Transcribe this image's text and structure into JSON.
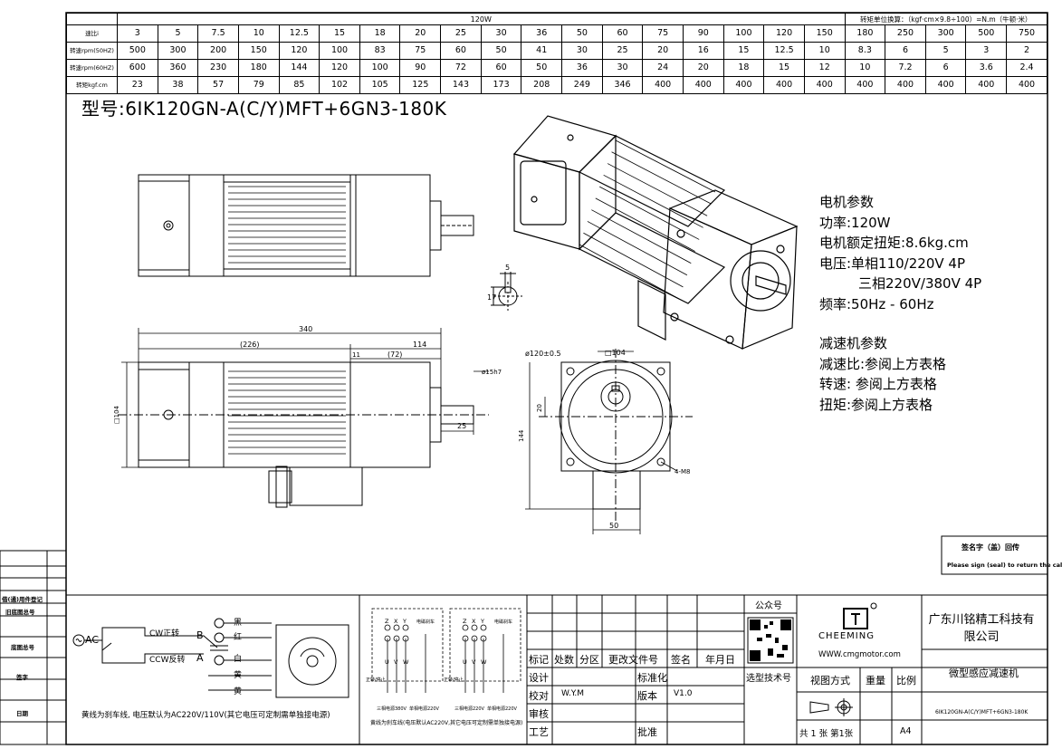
{
  "spec_table": {
    "power": "120W",
    "torque_unit_label": "转矩单位换算：（kgf·cm×9.8÷100）=N.m（牛顿·米）",
    "rows": [
      {
        "label": "速比i",
        "values": [
          "3",
          "5",
          "7.5",
          "10",
          "12.5",
          "15",
          "18",
          "20",
          "25",
          "30",
          "36",
          "50",
          "60",
          "75",
          "90",
          "100",
          "120",
          "150",
          "180",
          "250",
          "300",
          "500",
          "750"
        ]
      },
      {
        "label": "转速rpm(50HZ)",
        "values": [
          "500",
          "300",
          "200",
          "150",
          "120",
          "100",
          "83",
          "75",
          "60",
          "50",
          "41",
          "30",
          "25",
          "20",
          "16",
          "15",
          "12.5",
          "10",
          "8.3",
          "6",
          "5",
          "3",
          "2"
        ]
      },
      {
        "label": "转速rpm(60HZ)",
        "values": [
          "600",
          "360",
          "230",
          "180",
          "144",
          "120",
          "100",
          "90",
          "72",
          "60",
          "50",
          "36",
          "30",
          "24",
          "20",
          "18",
          "15",
          "12",
          "10",
          "7.2",
          "6",
          "3.6",
          "2.4"
        ]
      },
      {
        "label": "转矩kgf.cm",
        "values": [
          "23",
          "38",
          "57",
          "79",
          "85",
          "102",
          "105",
          "125",
          "143",
          "173",
          "208",
          "249",
          "346",
          "400",
          "400",
          "400",
          "400",
          "400",
          "400",
          "400",
          "400",
          "400",
          "400"
        ]
      }
    ]
  },
  "model": "型号:6IK120GN-A(C/Y)MFT+6GN3-180K",
  "motor_params": {
    "heading": "电机参数",
    "lines": [
      "功率:120W",
      "电机额定扭矩:8.6kg.cm",
      "电压:单相110/220V 4P",
      "三相220V/380V 4P",
      "频率:50Hz - 60Hz"
    ]
  },
  "reducer_params": {
    "heading": "减速机参数",
    "lines": [
      "减速比:参阅上方表格",
      "转速: 参阅上方表格",
      "扭矩:参阅上方表格"
    ]
  },
  "dimensions": {
    "d5": "5",
    "d17": "17",
    "d340": "340",
    "d226": "(226)",
    "d114": "114",
    "d11": "11",
    "d72": "(72)",
    "d15h7": "ø15h7",
    "d25": "25",
    "d104": "□104",
    "d120": "ø120±0.5",
    "d104b": "□104",
    "d20": "20",
    "d144": "144",
    "d4m8": "4-M8",
    "d50": "50"
  },
  "signoff": {
    "title": "签名字（盖）回传",
    "note": "Please sign (seal) to return the call"
  },
  "left_strip": [
    "借(通)用件登记",
    "旧底图总号",
    "底图总号",
    "签字",
    "日期"
  ],
  "wiring": {
    "ac": "AC",
    "cw": "CW正转",
    "ccw": "CCW反转",
    "b": "B",
    "a": "A",
    "colors": [
      "黑",
      "红",
      "白",
      "黄",
      "黄"
    ],
    "note": "黄线为刹车线, 电压默认为AC220V/110V(其它电压可定制需单独接电源)"
  },
  "wiring3": {
    "labels_top": [
      "Z",
      "X",
      "Y",
      "电磁刹车"
    ],
    "labels_bottom": [
      "U",
      "V",
      "W"
    ],
    "left_caption": "三相电源380V",
    "left_caption2": "单相电源220V",
    "right_caption": "三相电源220V",
    "right_caption2": "单相电源220V",
    "note_a": "正转/停止",
    "note_b": "正转/停止",
    "note": "黄线为刹车线(电压默认AC220V,其它电压可定制需单独接电源)"
  },
  "title_block": {
    "qr_label": "公众号",
    "brand": "CHEEMING",
    "website": "WWW.cmgmotor.com",
    "company": "广东川铭精工科技有限公司",
    "product": "微型感应减速机",
    "model_small": "6IK120GN-A(C/Y)MFT+6GN3-180K",
    "headers": [
      "标记",
      "处数",
      "分区",
      "更改文件号",
      "签名",
      "年月日"
    ],
    "design": "设计",
    "check": "校对",
    "check_val": "W.Y.M",
    "review": "审核",
    "craft": "工艺",
    "std": "标准化",
    "version": "版本",
    "version_val": "V1.0",
    "approve": "批准",
    "select_no": "选型技术号",
    "view_method": "视图方式",
    "weight": "重量",
    "scale": "比例",
    "sheets": "共 1 张 第1张",
    "paper": "A4"
  }
}
